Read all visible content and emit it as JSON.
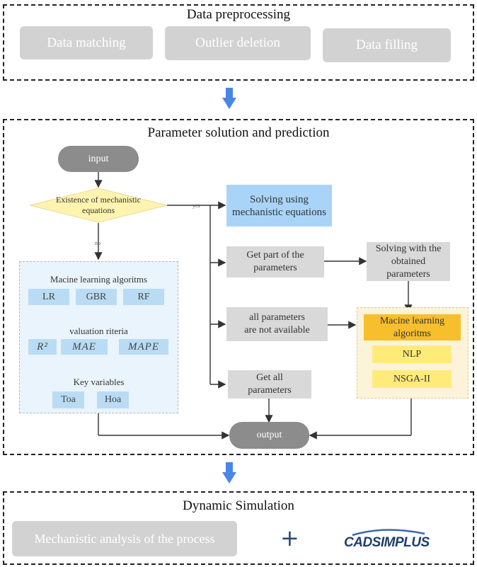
{
  "preprocessing": {
    "title": "Data preprocessing",
    "steps": [
      "Data matching",
      "Outlier deletion",
      "Data filling"
    ]
  },
  "solution": {
    "title": "Parameter solution and prediction",
    "input": "input",
    "decision": "Existence of mechanistic equations",
    "yes_label": "yes",
    "no_label": "no",
    "mechanistic": "Solving using mechanistic equations",
    "part_params": "Get part of the parameters",
    "obtained": "Solving with the obtained parameters",
    "not_available": "all parameters are not available",
    "get_all": "Get all parameters",
    "output": "output",
    "ml_panel": {
      "title": "Macine learning algoritms",
      "algorithms": [
        "LR",
        "GBR",
        "RF"
      ],
      "criteria_label": "valuation  riteria",
      "criteria": [
        "R²",
        "MAE",
        "MAPE"
      ],
      "key_label": "Key variables",
      "keys": [
        "Toa",
        "Hoa"
      ]
    },
    "ml_right": {
      "title": "Macine learning algoritms",
      "items": [
        "NLP",
        "NSGA-II"
      ]
    }
  },
  "simulation": {
    "title": "Dynamic Simulation",
    "analysis": "Mechanistic analysis of the process",
    "plus": "+",
    "logo": "CADSIMPLUS"
  },
  "colors": {
    "arrow_blue": "#4a86e8",
    "orange": "#f6bf2b",
    "yellow": "#ffeb7a",
    "panel_blue": "#eaf4fc",
    "panel_yellow": "#fdf3d9",
    "decision": "#fff3b0"
  }
}
